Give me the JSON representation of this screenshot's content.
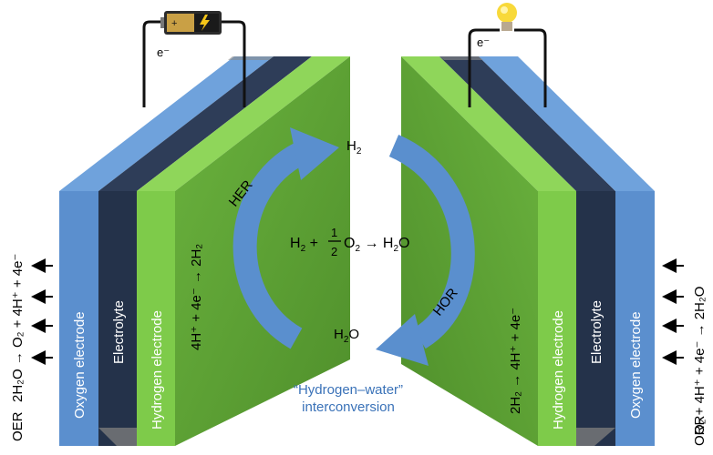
{
  "labels": {
    "left_electron": "e⁻",
    "right_electron": "e⁻",
    "oxygen_electrode": "Oxygen electrode",
    "electrolyte": "Electrolyte",
    "hydrogen_electrode": "Hydrogen electrode",
    "her": "HER",
    "hor": "HOR",
    "h2_symbol": "H",
    "h2_sub": "2",
    "h2o_symbol": "H",
    "h2o_sub": "2",
    "h2o_tail": "O",
    "oer": "OER",
    "orr": "ORR",
    "caption_line1": "“Hydrogen–water”",
    "caption_line2": "interconversion"
  },
  "equations": {
    "center_a": "H",
    "center_a_sub": "2",
    "center_b": " + ",
    "center_frac_num": "1",
    "center_frac_den": "2",
    "center_c": "O",
    "center_c_sub": "2",
    "center_d": " → H",
    "center_d_sub": "2",
    "center_e": "O",
    "left_oer": "2H₂O → O₂ + 4H⁺ + 4e⁻",
    "left_her": "4H⁺ + 4e⁻ → 2H₂",
    "right_hor": "2H₂ → 4H⁺ + 4e⁻",
    "right_orr": "O₂ + 4H⁺ + 4e⁻ → 2H₂O"
  },
  "colors": {
    "oxygen_blue": "#5b8fce",
    "oxygen_blue_top": "#6fa2dc",
    "electrolyte_navy": "#24324a",
    "electrolyte_top": "#3a4a66",
    "hydrogen_green": "#7ecb4a",
    "hydrogen_green_top": "#8fd65a",
    "green_face": "#5fa336",
    "arrow_blue": "#5a8fce",
    "caption_blue": "#3a72b8"
  },
  "icons": {
    "battery": "battery-icon",
    "bulb": "light-bulb-icon"
  }
}
